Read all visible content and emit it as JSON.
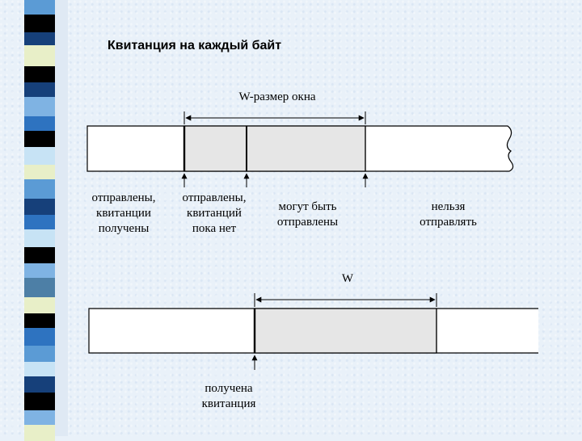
{
  "slide": {
    "title": "Квитанция на каждый байт",
    "stripe_colors": [
      "#5b9bd5",
      "#000000",
      "#e8efc8",
      "#16407a",
      "#7fb3e3",
      "#2e73c0",
      "#c7e3f5",
      "#4d7fa6"
    ]
  },
  "diagram1": {
    "window_label": "W-размер окна",
    "labels": {
      "sent_acked": [
        "отправлены,",
        "квитанции",
        "получены"
      ],
      "sent_unacked": [
        "отправлены,",
        "квитанций",
        "пока нет"
      ],
      "can_send": [
        "могут быть",
        "отправлены"
      ],
      "cannot_send": [
        "нельзя",
        "отправлять"
      ]
    }
  },
  "diagram2": {
    "window_label": "W",
    "ack_label": [
      "получена",
      "квитанция"
    ]
  },
  "colors": {
    "window_fill": "#e6e6e6",
    "bar_fill": "#ffffff",
    "line": "#000000"
  }
}
